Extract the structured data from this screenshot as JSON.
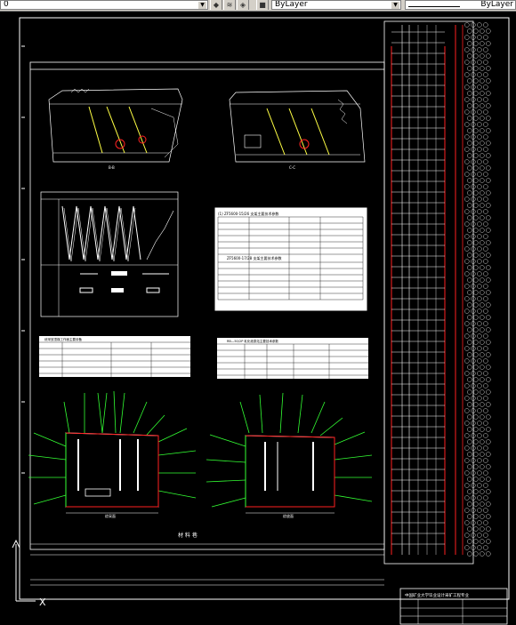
{
  "toolbar": {
    "layer_value": "0",
    "color_value": "ByLayer",
    "linetype_value": "ByLayer",
    "icons": [
      "layer-manager-icon",
      "layer-state-icon",
      "layer-prev-icon"
    ]
  },
  "drawing": {
    "section_a_label": "B-B",
    "section_b_label": "C-C",
    "table1_title": "(1) ZF5600-15/26 支架主要技术参数",
    "table2_title": "ZF5600-17/28 支架主要技术参数",
    "left_table_title": "综采放顶煤工作面主要设备",
    "right_table_title": "RB—50/2P 乳化液泵站主要技术参数",
    "bottom_left_caption": "综采面",
    "bottom_right_caption": "综放面",
    "bottom_band_label": "材 料 巷",
    "title_block_text": "中国矿业大学毕业设计采矿工程专业",
    "axis_label": "X"
  },
  "colors": {
    "background": "#000000",
    "line_white": "#ffffff",
    "line_red": "#ff2020",
    "line_green": "#33ff33",
    "toolbar": "#d4d0c8"
  }
}
